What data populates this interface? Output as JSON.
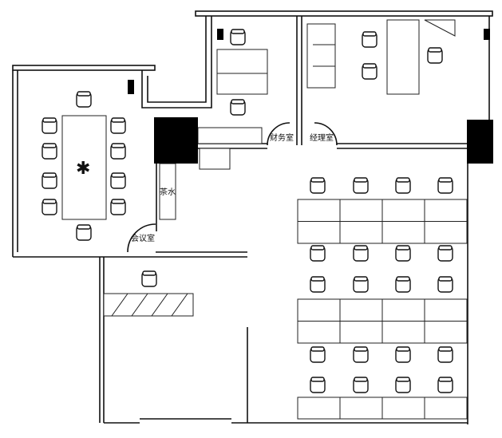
{
  "title": "Office floor plan",
  "rooms": {
    "finance": "财务室",
    "manager": "经理室",
    "tea": "茶水",
    "meeting": "会议室"
  },
  "colors": {
    "wall": "#111111",
    "column": "#000000",
    "background": "#ffffff"
  }
}
